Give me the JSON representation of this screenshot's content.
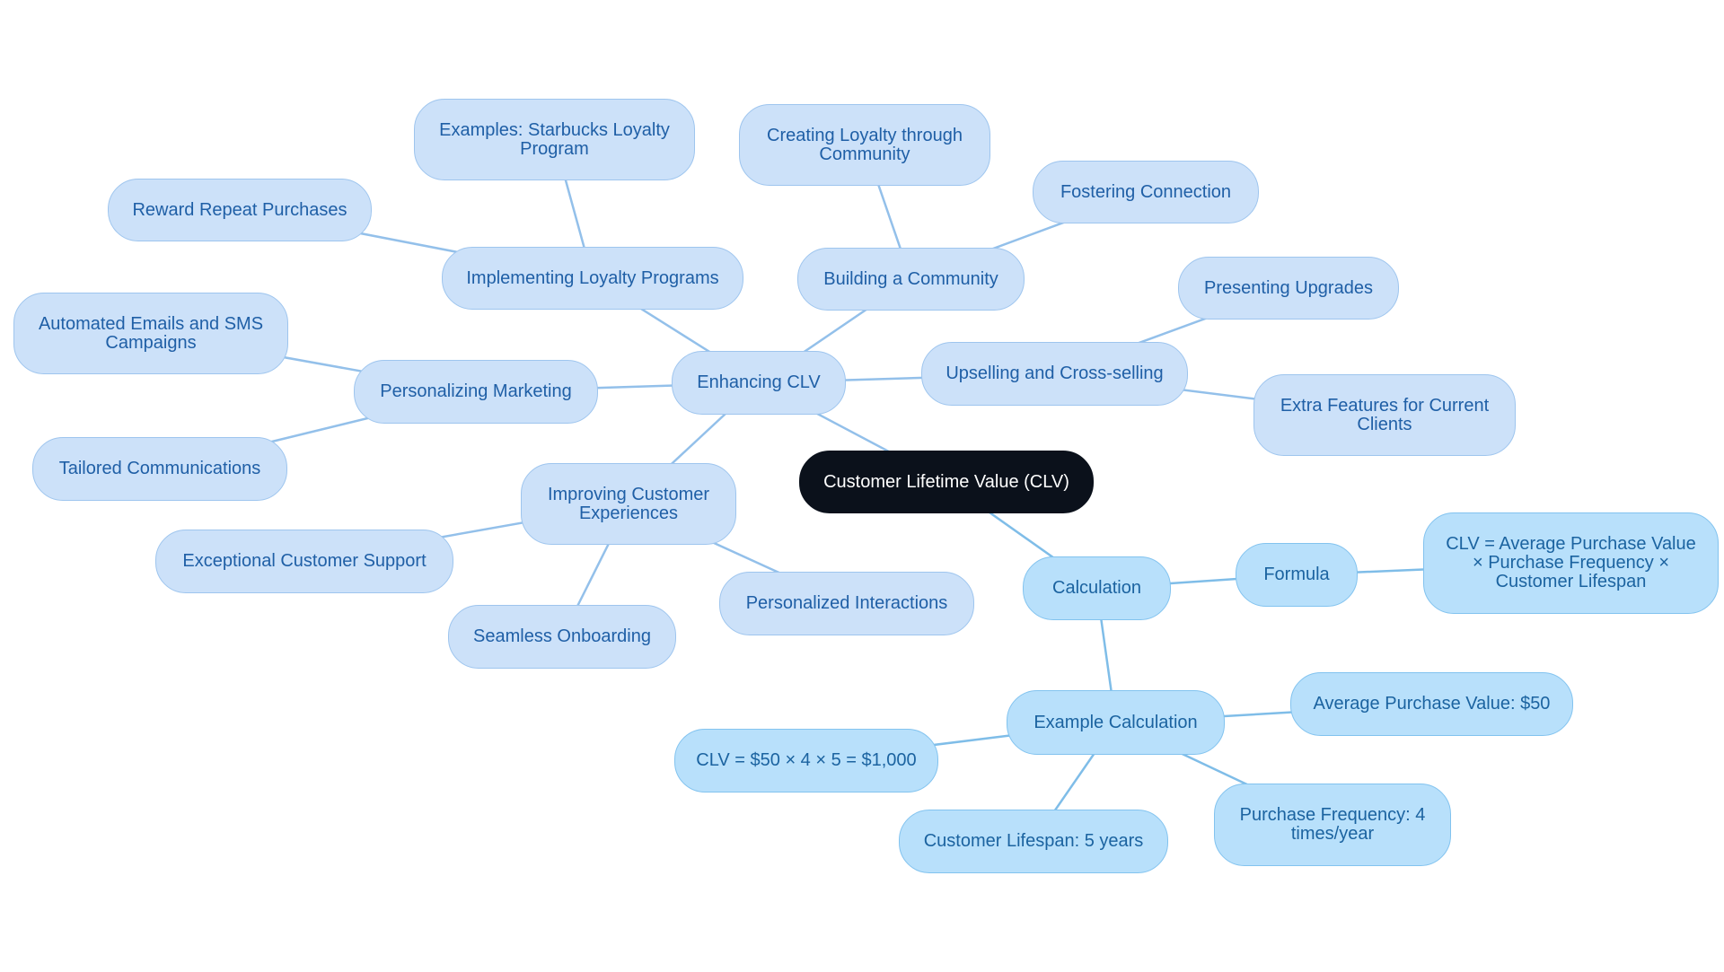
{
  "colors": {
    "root_fill": "#0b111b",
    "root_text": "#ffffff",
    "enhancing_fill": "#cce1f9",
    "enhancing_border": "#9ec5ee",
    "enhancing_text": "#1f5fa6",
    "enhancing_edge": "#93c0ea",
    "calculation_fill": "#b8e0fb",
    "calculation_border": "#82c3ef",
    "calculation_text": "#1b63a0",
    "calculation_edge": "#7fbde8"
  },
  "mindmap": {
    "root": {
      "id": "root",
      "label": "Customer Lifetime Value (CLV)"
    },
    "nodes": [
      {
        "id": "enhancing",
        "parent": "root",
        "branch": "enh",
        "label": "Enhancing CLV"
      },
      {
        "id": "loyalty",
        "parent": "enhancing",
        "branch": "enh",
        "label": "Implementing Loyalty Programs"
      },
      {
        "id": "starbucks",
        "parent": "loyalty",
        "branch": "enh",
        "label": "Examples: Starbucks Loyalty Program"
      },
      {
        "id": "reward",
        "parent": "loyalty",
        "branch": "enh",
        "label": "Reward Repeat Purchases"
      },
      {
        "id": "community",
        "parent": "enhancing",
        "branch": "enh",
        "label": "Building a Community"
      },
      {
        "id": "loyalty-community",
        "parent": "community",
        "branch": "enh",
        "label": "Creating Loyalty through Community"
      },
      {
        "id": "fostering",
        "parent": "community",
        "branch": "enh",
        "label": "Fostering Connection"
      },
      {
        "id": "upselling",
        "parent": "enhancing",
        "branch": "enh",
        "label": "Upselling and Cross-selling"
      },
      {
        "id": "upgrades",
        "parent": "upselling",
        "branch": "enh",
        "label": "Presenting Upgrades"
      },
      {
        "id": "extra-features",
        "parent": "upselling",
        "branch": "enh",
        "label": "Extra Features for Current Clients"
      },
      {
        "id": "personalizing",
        "parent": "enhancing",
        "branch": "enh",
        "label": "Personalizing Marketing"
      },
      {
        "id": "automated",
        "parent": "personalizing",
        "branch": "enh",
        "label": "Automated Emails and SMS Campaigns"
      },
      {
        "id": "tailored",
        "parent": "personalizing",
        "branch": "enh",
        "label": "Tailored Communications"
      },
      {
        "id": "experiences",
        "parent": "enhancing",
        "branch": "enh",
        "label": "Improving Customer Experiences"
      },
      {
        "id": "support",
        "parent": "experiences",
        "branch": "enh",
        "label": "Exceptional Customer Support"
      },
      {
        "id": "onboarding",
        "parent": "experiences",
        "branch": "enh",
        "label": "Seamless Onboarding"
      },
      {
        "id": "interactions",
        "parent": "experiences",
        "branch": "enh",
        "label": "Personalized Interactions"
      },
      {
        "id": "calculation",
        "parent": "root",
        "branch": "calc",
        "label": "Calculation"
      },
      {
        "id": "formula",
        "parent": "calculation",
        "branch": "calc",
        "label": "Formula"
      },
      {
        "id": "formula-text",
        "parent": "formula",
        "branch": "calc",
        "label": "CLV = Average Purchase Value × Purchase Frequency × Customer Lifespan"
      },
      {
        "id": "example",
        "parent": "calculation",
        "branch": "calc",
        "label": "Example Calculation"
      },
      {
        "id": "avg-value",
        "parent": "example",
        "branch": "calc",
        "label": "Average Purchase Value: $50"
      },
      {
        "id": "frequency",
        "parent": "example",
        "branch": "calc",
        "label": "Purchase Frequency: 4 times/year"
      },
      {
        "id": "lifespan",
        "parent": "example",
        "branch": "calc",
        "label": "Customer Lifespan: 5 years"
      },
      {
        "id": "result",
        "parent": "example",
        "branch": "calc",
        "label": "CLV = $50 × 4 × 5 = $1,000"
      }
    ]
  }
}
